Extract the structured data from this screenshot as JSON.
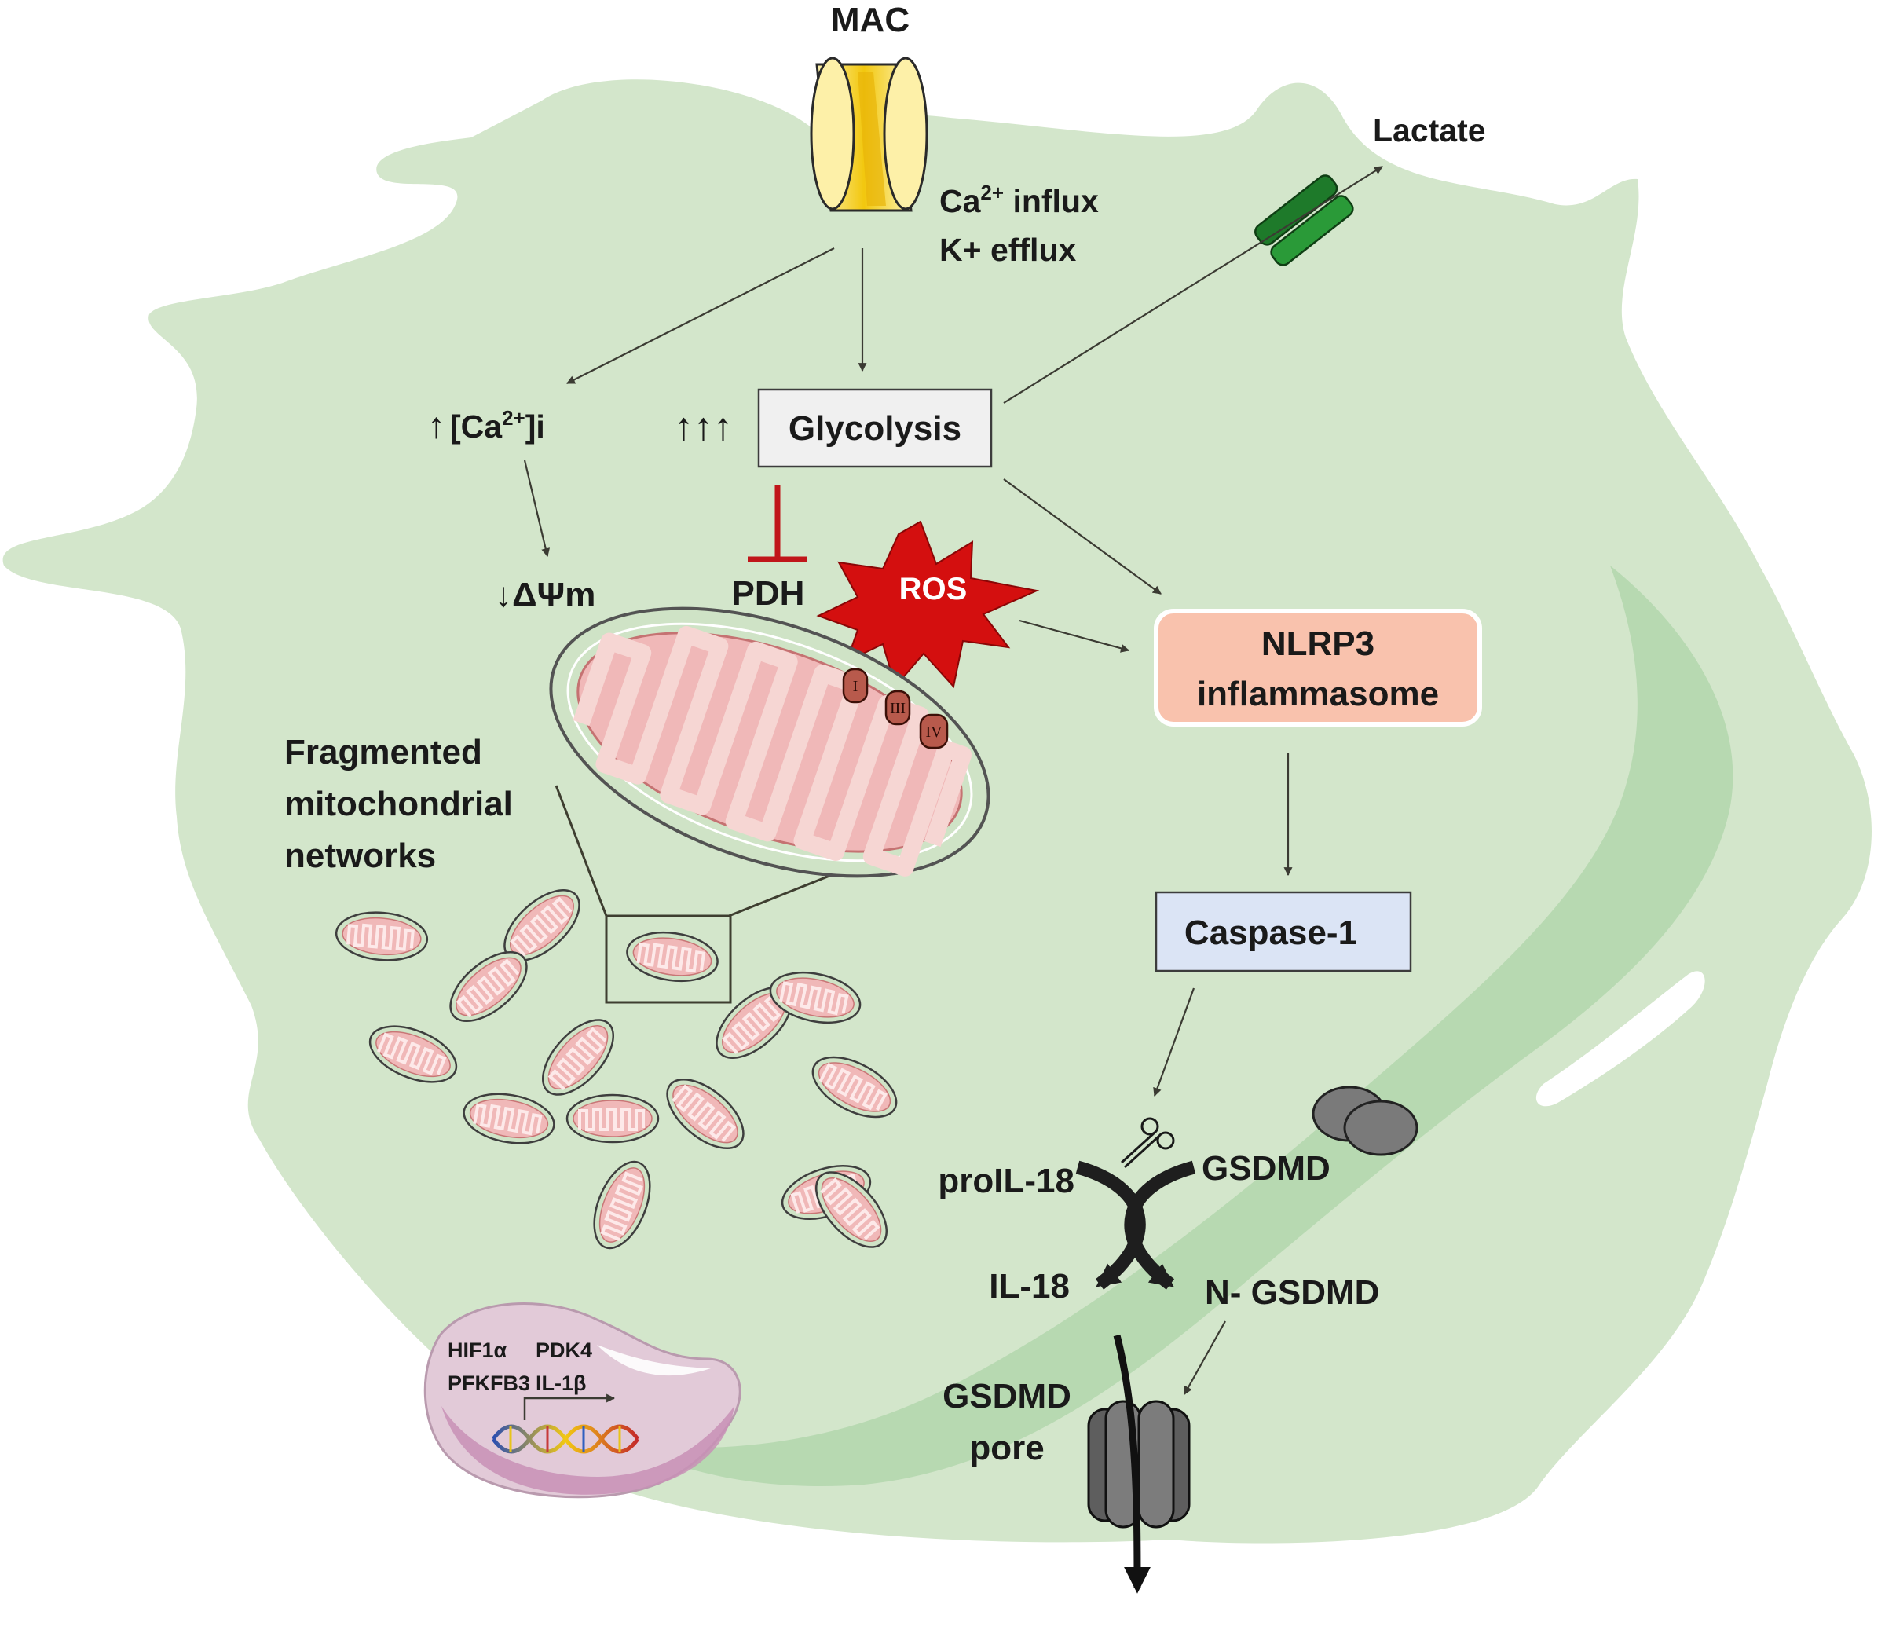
{
  "labels": {
    "mac": "MAC",
    "ca_influx_pre": "Ca",
    "ca_influx_sup": "2+",
    "ca_influx_post": " influx",
    "k_efflux": "K+ efflux",
    "lactate": "Lactate",
    "ca_i_arrow": "↑",
    "ca_i_pre": "[Ca",
    "ca_i_sup": "2+",
    "ca_i_post": "]i",
    "glycolysis_arrows": "↑↑↑",
    "glycolysis": "Glycolysis",
    "delta_psi": "↓ΔΨm",
    "pdh": "PDH",
    "ros": "ROS",
    "nlrp3_line1": "NLRP3",
    "nlrp3_line2": "inflammasome",
    "fragmented_line1": "Fragmented",
    "fragmented_line2": "mitochondrial",
    "fragmented_line3": "networks",
    "caspase1": "Caspase-1",
    "proil18": "proIL-18",
    "gsdmd": "GSDMD",
    "il18": "IL-18",
    "n_gsdmd": "N- GSDMD",
    "gsdmd_pore_line1": "GSDMD",
    "gsdmd_pore_line2": "pore",
    "hif1a": "HIF1α",
    "pdk4": "PDK4",
    "pfkfb3": "PFKFB3",
    "il1b": "IL-1β"
  },
  "complexes": [
    "I",
    "III",
    "IV"
  ],
  "colors": {
    "cell_fill": "#d3e6cb",
    "cell_shadow": "#b2d6ad",
    "mito_pink": "#f0b8b8",
    "ros_red": "#d40f0f",
    "inhibit_red": "#c0161a",
    "nlrp3_fill": "#f9c2ad",
    "caspase_fill": "#dbe4f5",
    "glycolysis_fill": "#f0f0f0",
    "channel_green": "#1e7a2a",
    "mac_yellow": "#f6d21a",
    "nucleus_fill": "#e2cad8",
    "pore_gray": "#6e6e6e"
  }
}
